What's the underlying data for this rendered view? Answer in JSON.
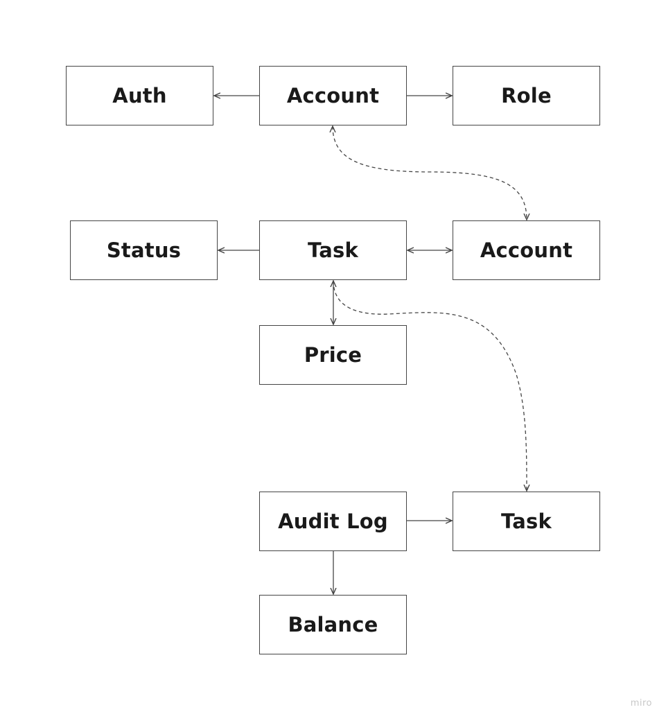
{
  "diagram": {
    "nodes": {
      "auth": "Auth",
      "account_top": "Account",
      "role": "Role",
      "status": "Status",
      "task_mid": "Task",
      "account_right": "Account",
      "price": "Price",
      "audit_log": "Audit Log",
      "task_bottom": "Task",
      "balance": "Balance"
    },
    "edges": [
      {
        "from": "account_top",
        "to": "auth",
        "style": "solid",
        "arrows": "end"
      },
      {
        "from": "account_top",
        "to": "role",
        "style": "solid",
        "arrows": "end"
      },
      {
        "from": "account_top",
        "to": "account_right",
        "style": "dashed",
        "arrows": "both"
      },
      {
        "from": "task_mid",
        "to": "status",
        "style": "solid",
        "arrows": "end"
      },
      {
        "from": "task_mid",
        "to": "account_right",
        "style": "solid",
        "arrows": "both"
      },
      {
        "from": "task_mid",
        "to": "price",
        "style": "solid",
        "arrows": "both"
      },
      {
        "from": "task_mid",
        "to": "task_bottom",
        "style": "dashed",
        "arrows": "end"
      },
      {
        "from": "audit_log",
        "to": "task_bottom",
        "style": "solid",
        "arrows": "end"
      },
      {
        "from": "audit_log",
        "to": "balance",
        "style": "solid",
        "arrows": "end"
      }
    ],
    "colors": {
      "stroke": "#444444",
      "text": "#1a1a1a",
      "watermark": "#c8c8c8"
    }
  },
  "watermark": "miro"
}
